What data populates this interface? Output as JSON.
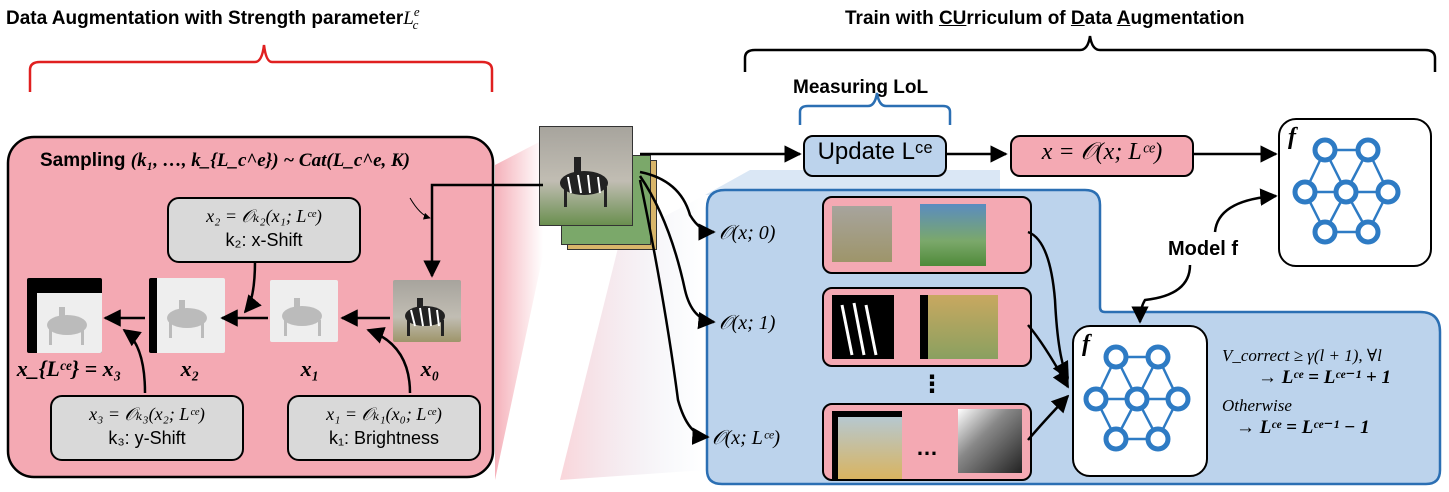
{
  "titles": {
    "left": "Data Augmentation  with Strength parameter",
    "left_math": "L",
    "left_math_sup": "e",
    "left_math_sub": "c",
    "right_pre": "Train with ",
    "right_u1": "CU",
    "right_mid1": "rriculum of ",
    "right_u2": "D",
    "right_mid2": "ata ",
    "right_u3": "A",
    "right_post": "ugmentation",
    "measuring": "Measuring LoL"
  },
  "left_panel": {
    "sampling_label": "Sampling",
    "sampling_math": "(k₁, …, k_{L_c^e}) ~ Cat(L_c^e, K)",
    "box_x2_eq": "x₂ = 𝒪ₖ₂(x₁; Lᶜᵉ)",
    "box_x2_desc": "k₂: x-Shift",
    "box_x3_eq": "x₃ = 𝒪ₖ₃(x₂; Lᶜᵉ)",
    "box_x3_desc": "k₃: y-Shift",
    "box_x1_eq": "x₁ = 𝒪ₖ₁(x₀; Lᶜᵉ)",
    "box_x1_desc": "k₁: Brightness",
    "label_x0": "x₀",
    "label_x1": "x₁",
    "label_x2": "x₂",
    "label_x3": "x_{Lᶜᵉ} = x₃"
  },
  "pipeline": {
    "update_label": "Update Lᶜᵉ",
    "op_label": "x = 𝒪(x; Lᶜᵉ)",
    "model_label": "Model f",
    "f_label": "f"
  },
  "ops": [
    {
      "label": "𝒪(x; 0)"
    },
    {
      "label": "𝒪(x; 1)"
    },
    {
      "label": "𝒪(x; Lᶜᵉ)"
    }
  ],
  "vdots": "⋮",
  "hdots": "…",
  "rule": {
    "line1": "V_correct ≥ γ(l + 1), ∀l",
    "line2": "→ Lᶜᵉ = Lᶜᵉ⁻¹ + 1",
    "line3": "Otherwise",
    "line4": "→ Lᶜᵉ = Lᶜᵉ⁻¹ − 1"
  },
  "colors": {
    "red_panel": "#f4a9b3",
    "blue_panel": "#bcd3ec",
    "blue_border": "#2b6fb3",
    "brace_red": "#e02020",
    "brace_blue": "#2b6fb3",
    "node_blue": "#2e7bc4"
  }
}
